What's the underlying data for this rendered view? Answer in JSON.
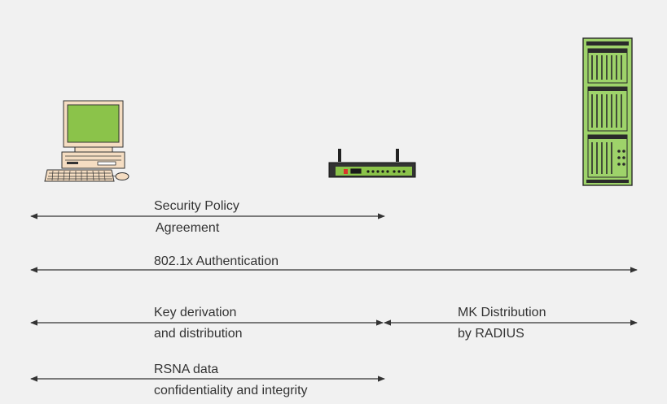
{
  "colors": {
    "background": "#f1f1f1",
    "screen_green": "#8bc34a",
    "rack_green": "#9ed36a",
    "arrow": "#333333",
    "beige": "#f5ddc2"
  },
  "devices": [
    {
      "id": "client",
      "icon": "computer-icon"
    },
    {
      "id": "access-point",
      "icon": "router-icon"
    },
    {
      "id": "auth-server",
      "icon": "server-rack-icon"
    }
  ],
  "exchanges": [
    {
      "id": "security-policy",
      "lines": [
        "Security Policy",
        "Agreement"
      ]
    },
    {
      "id": "authentication",
      "lines": [
        "802.1x Authentication"
      ]
    },
    {
      "id": "key-derivation",
      "lines": [
        "Key derivation",
        "and distribution"
      ]
    },
    {
      "id": "mk-distribution",
      "lines": [
        "MK Distribution",
        "by RADIUS"
      ]
    },
    {
      "id": "rsna-data",
      "lines": [
        "RSNA data",
        "confidentiality and integrity"
      ]
    }
  ]
}
